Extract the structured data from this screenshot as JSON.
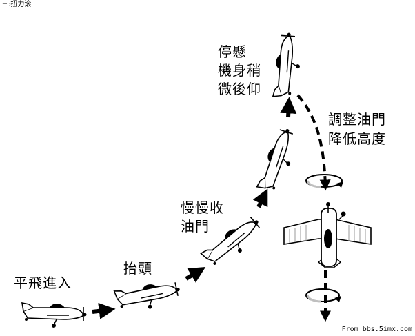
{
  "heading": "三:扭力滚",
  "labels": {
    "level_entry": "平飛進入",
    "pull_up": "抬頭",
    "throttle_back": [
      "慢慢收",
      "油門"
    ],
    "hover": [
      "停懸",
      "機身稍",
      "微後仰"
    ],
    "adjust_throttle": [
      "調整油門",
      "降低高度"
    ]
  },
  "watermark": "From bbs.5imx.com",
  "colors": {
    "ink": "#000000",
    "fill": "#ffffff",
    "shade": "#bfbfbf"
  }
}
